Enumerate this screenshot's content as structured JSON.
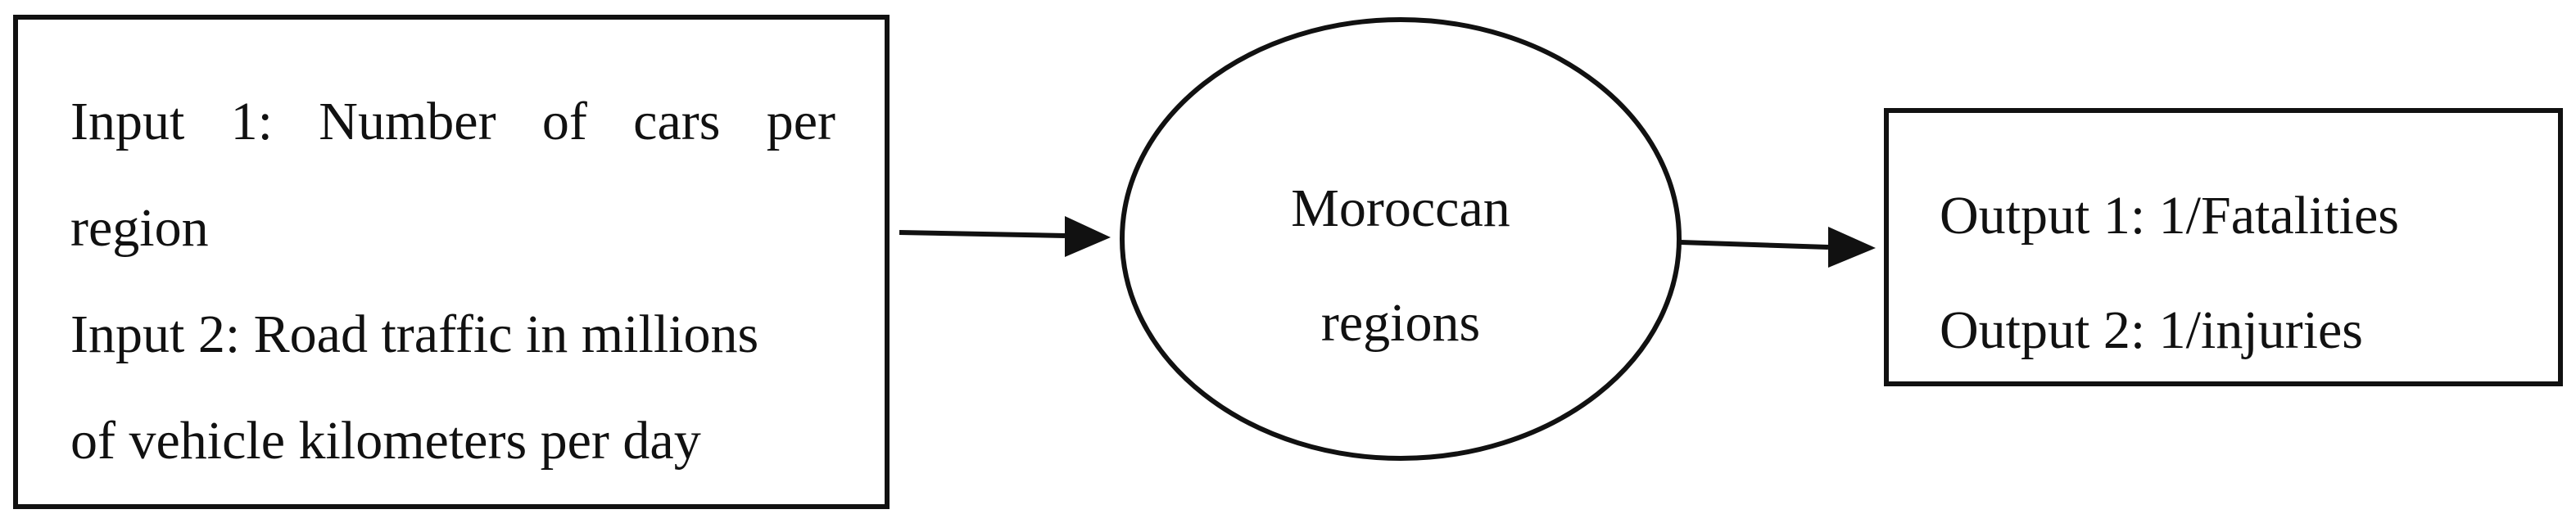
{
  "input_box": {
    "lines": [
      "Input 1: Number of cars per",
      "region",
      "Input 2: Road traffic in millions",
      "of vehicle kilometers per day"
    ]
  },
  "process_node": {
    "lines": [
      "Moroccan",
      "regions"
    ]
  },
  "output_box": {
    "lines": [
      "Output 1: 1/Fatalities",
      "Output 2: 1/injuries"
    ]
  },
  "colors": {
    "stroke": "#111111",
    "background": "#ffffff"
  },
  "icons": {
    "connector": "arrow-right-icon"
  }
}
